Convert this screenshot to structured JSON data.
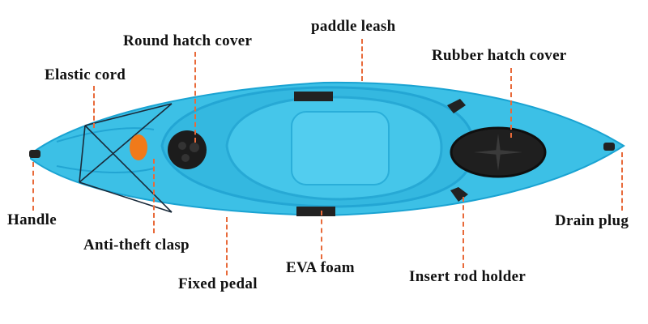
{
  "diagram": {
    "subject": "Sit-in kayak, top view",
    "colors": {
      "hull": "#3cc0e6",
      "hull_dark": "#1aa3d2",
      "hull_light": "#6fd3f0",
      "fittings": "#222222",
      "leader_line": "#e86a3a",
      "logo": "#f07a1a",
      "text": "#111111",
      "background": "#ffffff"
    },
    "labels": {
      "paddle_leash": "paddle leash",
      "round_hatch_cover": "Round hatch cover",
      "rubber_hatch_cover": "Rubber hatch cover",
      "elastic_cord": "Elastic cord",
      "handle_left": "Handle",
      "anti_theft_clasp": "Anti-theft clasp",
      "eva_foam": "EVA foam",
      "fixed_pedal": "Fixed pedal",
      "insert_rod_holder": "Insert rod holder",
      "drain_plug": "Drain plug"
    }
  }
}
